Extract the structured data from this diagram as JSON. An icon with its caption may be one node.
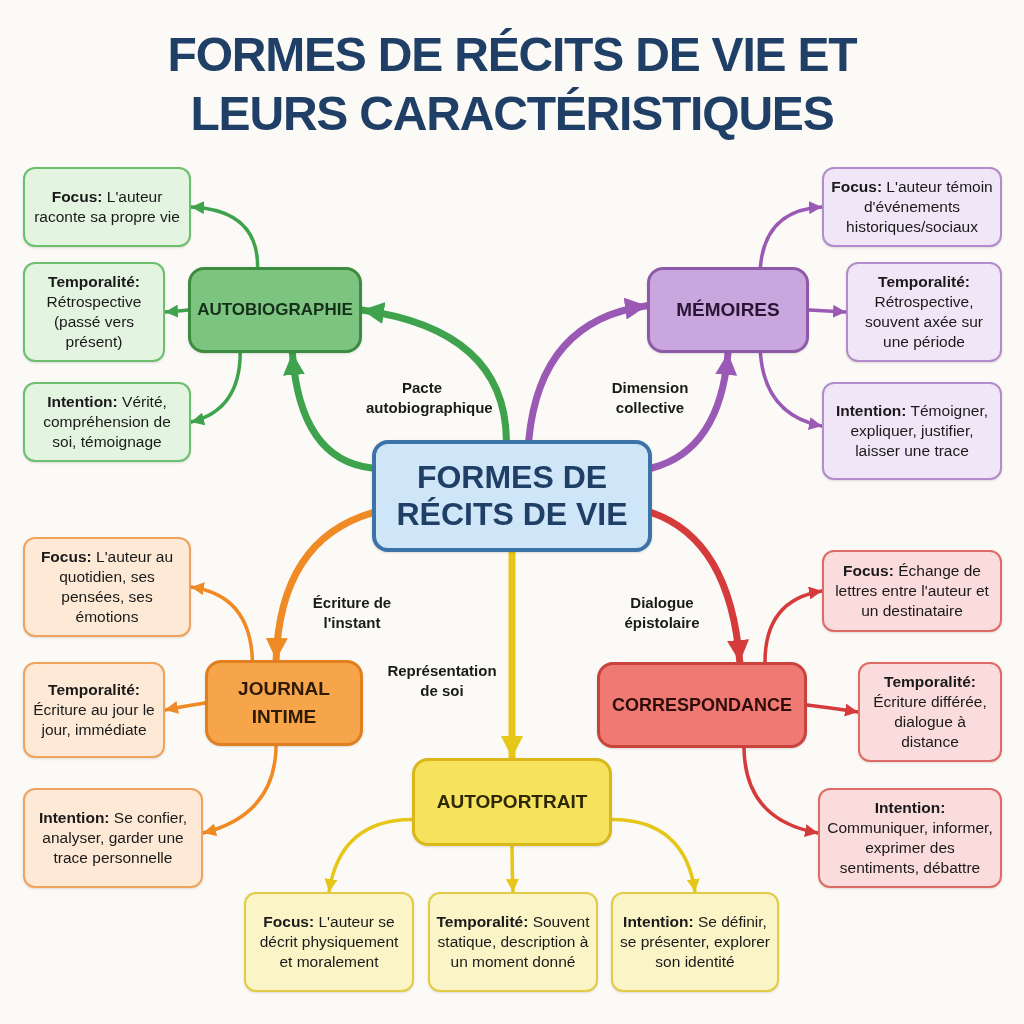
{
  "diagram": {
    "title": "FORMES DE RÉCITS DE VIE ET LEURS CARACTÉRISTIQUES",
    "nodes": [
      {
        "text": [
          "FORMES DE RÉCITS DE VIE"
        ]
      },
      {
        "text": [
          "AUTOBIOGRAPHIE"
        ]
      },
      {
        "text": [
          "**Focus:** L'auteur raconte sa propre vie"
        ]
      },
      {
        "text": [
          "**Temporalité:** Rétrospective (passé vers présent)"
        ]
      },
      {
        "text": [
          "**Intention:** Vérité, compréhension de soi, témoignage"
        ]
      },
      {
        "text": [
          "MÉMOIRES"
        ]
      },
      {
        "text": [
          "**Focus:** L'auteur témoin d'événements historiques/sociaux"
        ]
      },
      {
        "text": [
          "**Temporalité:** Rétrospective, souvent axée sur une période"
        ]
      },
      {
        "text": [
          "**Intention:** Témoigner, expliquer, justifier, laisser une trace"
        ]
      },
      {
        "text": [
          "JOURNAL INTIME"
        ]
      },
      {
        "text": [
          "**Focus:** L'auteur au quotidien, ses pensées, ses émotions"
        ]
      },
      {
        "text": [
          "**Temporalité:** Écriture au jour le jour, immédiate"
        ]
      },
      {
        "text": [
          "**Intention:** Se confier, analyser, garder une trace personnelle"
        ]
      },
      {
        "text": [
          "CORRESPONDANCE"
        ]
      },
      {
        "text": [
          "**Focus:** Échange de lettres entre l'auteur et un destinataire"
        ]
      },
      {
        "text": [
          "**Temporalité:** Écriture différée, dialogue à distance"
        ]
      },
      {
        "text": [
          "**Intention:** Communiquer, informer, exprimer des sentiments, débattre"
        ]
      },
      {
        "text": [
          "AUTOPORTRAIT"
        ]
      },
      {
        "text": [
          "**Focus:** L'auteur se décrit physiquement et moralement"
        ]
      },
      {
        "text": [
          "**Temporalité:** Souvent statique, description à un moment donné"
        ]
      },
      {
        "text": [
          "**Intention:** Se définir, se présenter, explorer son identité"
        ]
      }
    ],
    "edges": [
      {
        "from": 0,
        "to": 1,
        "arrow": "to",
        "style": "thick",
        "color": "#3fa34d"
      },
      {
        "from": 0,
        "to": 1,
        "arrow": "to",
        "label": "Pacte autobiographique",
        "style": "thick",
        "color": "#3fa34d"
      },
      {
        "from": 0,
        "to": 5,
        "arrow": "to",
        "style": "thick",
        "color": "#9b59b6"
      },
      {
        "from": 0,
        "to": 5,
        "arrow": "to",
        "label": "Dimension collective",
        "style": "thick",
        "color": "#9b59b6"
      },
      {
        "from": 0,
        "to": 9,
        "arrow": "to",
        "label": "Écriture de l'instant",
        "style": "thick",
        "color": "#f08a24"
      },
      {
        "from": 0,
        "to": 13,
        "arrow": "to",
        "label": "Dialogue épistolaire",
        "style": "thick",
        "color": "#d63b3b"
      },
      {
        "from": 0,
        "to": 17,
        "arrow": "to",
        "label": "Représentation de soi",
        "style": "thick",
        "color": "#e6c619"
      },
      {
        "from": 1,
        "to": 2,
        "arrow": "to",
        "color": "#3fa34d"
      },
      {
        "from": 1,
        "to": 3,
        "arrow": "to",
        "color": "#3fa34d"
      },
      {
        "from": 1,
        "to": 4,
        "arrow": "to",
        "color": "#3fa34d"
      },
      {
        "from": 5,
        "to": 6,
        "arrow": "to",
        "color": "#9b59b6"
      },
      {
        "from": 5,
        "to": 7,
        "arrow": "to",
        "color": "#9b59b6"
      },
      {
        "from": 5,
        "to": 8,
        "arrow": "to",
        "color": "#9b59b6"
      },
      {
        "from": 9,
        "to": 10,
        "arrow": "to",
        "color": "#f08a24"
      },
      {
        "from": 9,
        "to": 11,
        "arrow": "to",
        "color": "#f08a24"
      },
      {
        "from": 9,
        "to": 12,
        "arrow": "to",
        "color": "#f08a24"
      },
      {
        "from": 13,
        "to": 14,
        "arrow": "to",
        "color": "#d63b3b"
      },
      {
        "from": 13,
        "to": 15,
        "arrow": "to",
        "color": "#d63b3b"
      },
      {
        "from": 13,
        "to": 16,
        "arrow": "to",
        "color": "#d63b3b"
      },
      {
        "from": 17,
        "to": 18,
        "arrow": "to",
        "color": "#e6c619"
      },
      {
        "from": 17,
        "to": 19,
        "arrow": "to",
        "color": "#e6c619"
      },
      {
        "from": 17,
        "to": 20,
        "arrow": "to",
        "color": "#e6c619"
      }
    ]
  }
}
